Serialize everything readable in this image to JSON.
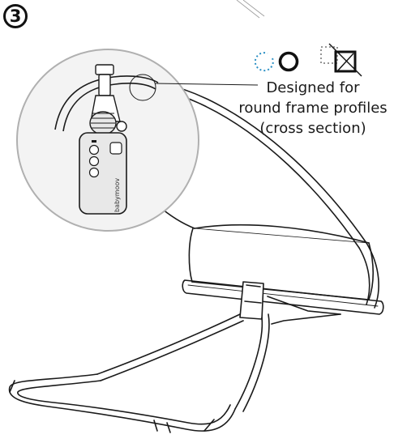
{
  "step": {
    "number": "3"
  },
  "callout": {
    "lines": [
      "Designed for",
      "round frame profiles",
      "(cross section)"
    ]
  },
  "device": {
    "brand": "babymoov"
  },
  "icons": {
    "ok_profile": "round-profile-ok-icon",
    "bad_profile": "square-profile-not-suitable-icon"
  },
  "colors": {
    "line": "#1a1a1a",
    "magnifier_fill": "#f3f3f3",
    "magnifier_stroke": "#b0b0b0",
    "device_body": "#e8e8e8",
    "dotted_outline": "#2a8fc4"
  }
}
